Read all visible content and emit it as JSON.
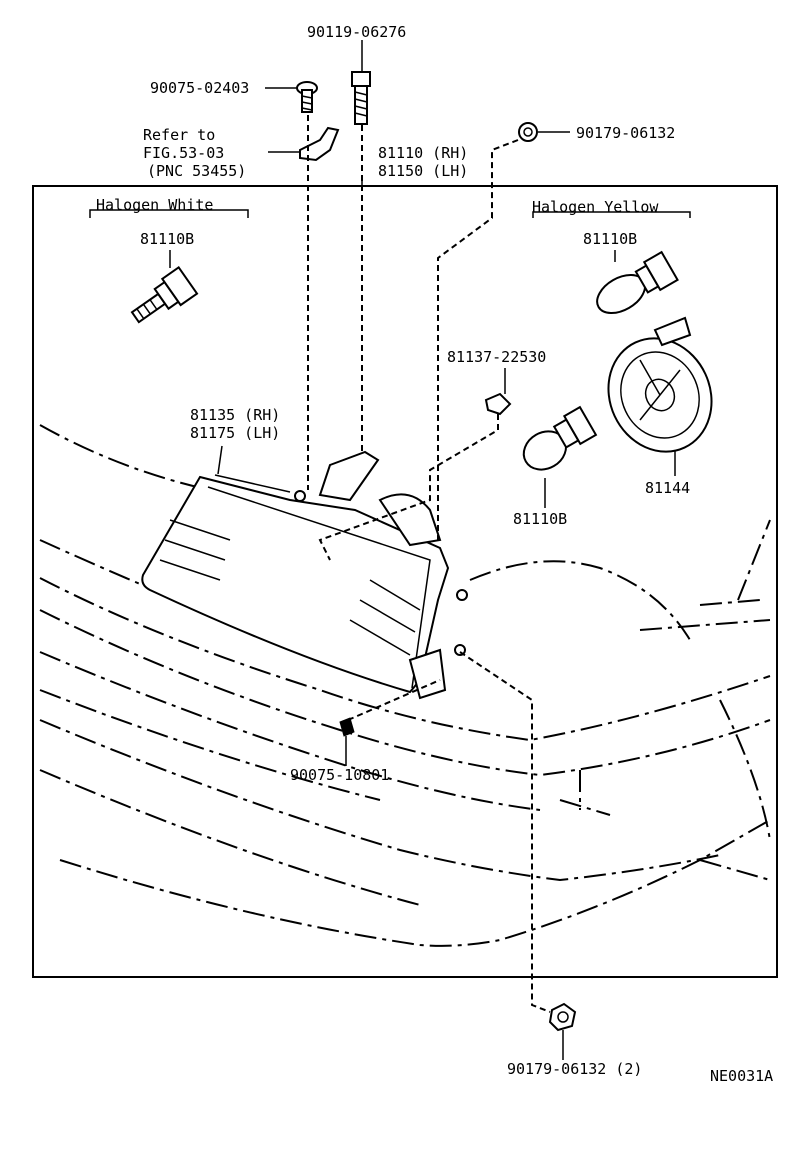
{
  "labels": {
    "bolt_top": "90119-06276",
    "screw_left": "90075-02403",
    "nut_top_right": "90179-06132",
    "refer_line1": "Refer to",
    "refer_line2": "FIG.53-03",
    "refer_line3": "(PNC 53455)",
    "unit_rh": "81110 (RH)",
    "unit_lh": "81150 (LH)",
    "halogen_white": "Halogen White",
    "halogen_yellow": "Halogen Yellow",
    "bulb_white": "81110B",
    "bulb_yellow": "81110B",
    "clip": "81137-22530",
    "lens_rh": "81135 (RH)",
    "lens_lh": "81175 (LH)",
    "bulb_small": "81110B",
    "cover": "81144",
    "screw_bottom": "90075-10801",
    "nut_bottom": "90179-06132 (2)",
    "figure_code": "NE0031A"
  }
}
